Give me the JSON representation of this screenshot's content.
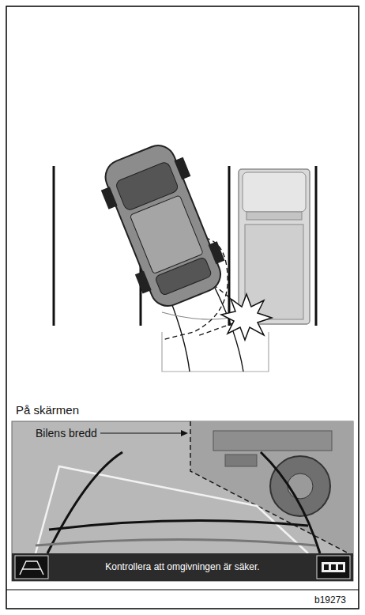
{
  "diagram": {
    "labels": [
      "På skärmen",
      "Bilens bredd",
      "Kontrollera att omgivningen är säker.",
      "b19273"
    ]
  }
}
